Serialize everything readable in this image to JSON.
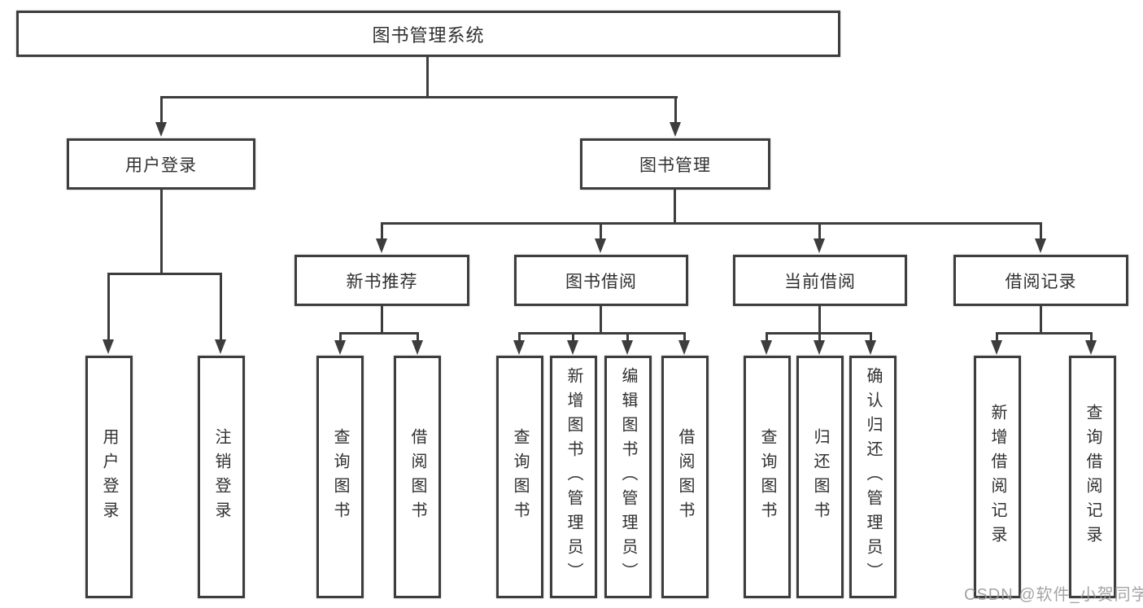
{
  "nodes": {
    "root": "图书管理系统",
    "level2": [
      "用户登录",
      "图书管理"
    ],
    "level3": [
      "新书推荐",
      "图书借阅",
      "当前借阅",
      "借阅记录"
    ],
    "leaves": {
      "user_login": [
        "用户登录",
        "注销登录"
      ],
      "new_book": [
        "查询图书",
        "借阅图书"
      ],
      "book_borrow": [
        "查询图书",
        "新增图书（管理员）",
        "编辑图书（管理员）",
        "借阅图书"
      ],
      "current_borrow": [
        "查询图书",
        "归还图书",
        "确认归还（管理员）"
      ],
      "borrow_records": [
        "新增借阅记录",
        "查询借阅记录"
      ]
    }
  },
  "watermark": "CSDN @软件_小贺同学",
  "colors": {
    "line": "#3d3d3d",
    "text": "#303030",
    "watermark": "#9b9b9b",
    "background": "#ffffff"
  }
}
